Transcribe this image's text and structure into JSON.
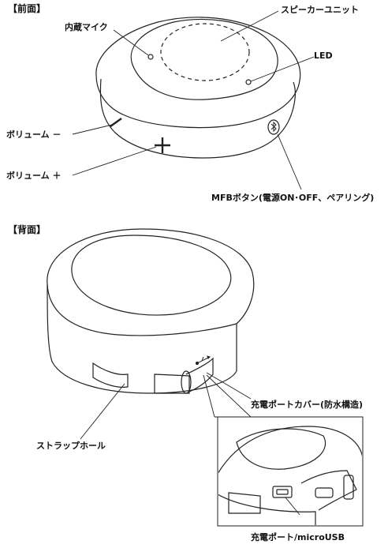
{
  "front": {
    "section_title": "【前面】",
    "labels": {
      "mic": "内蔵マイク",
      "speaker": "スピーカーユニット",
      "led": "LED",
      "vol_down": "ボリューム －",
      "vol_up": "ボリューム ＋",
      "mfb": "MFBボタン(電源ON･OFF、ペアリング)"
    }
  },
  "back": {
    "section_title": "【背面】",
    "labels": {
      "port_cover": "充電ポートカバー(防水構造)",
      "strap_hole": "ストラップホール",
      "charge_port": "充電ポート/microUSB"
    }
  },
  "icons": [
    "bluetooth-icon",
    "usb-icon",
    "minus-icon",
    "plus-icon"
  ]
}
